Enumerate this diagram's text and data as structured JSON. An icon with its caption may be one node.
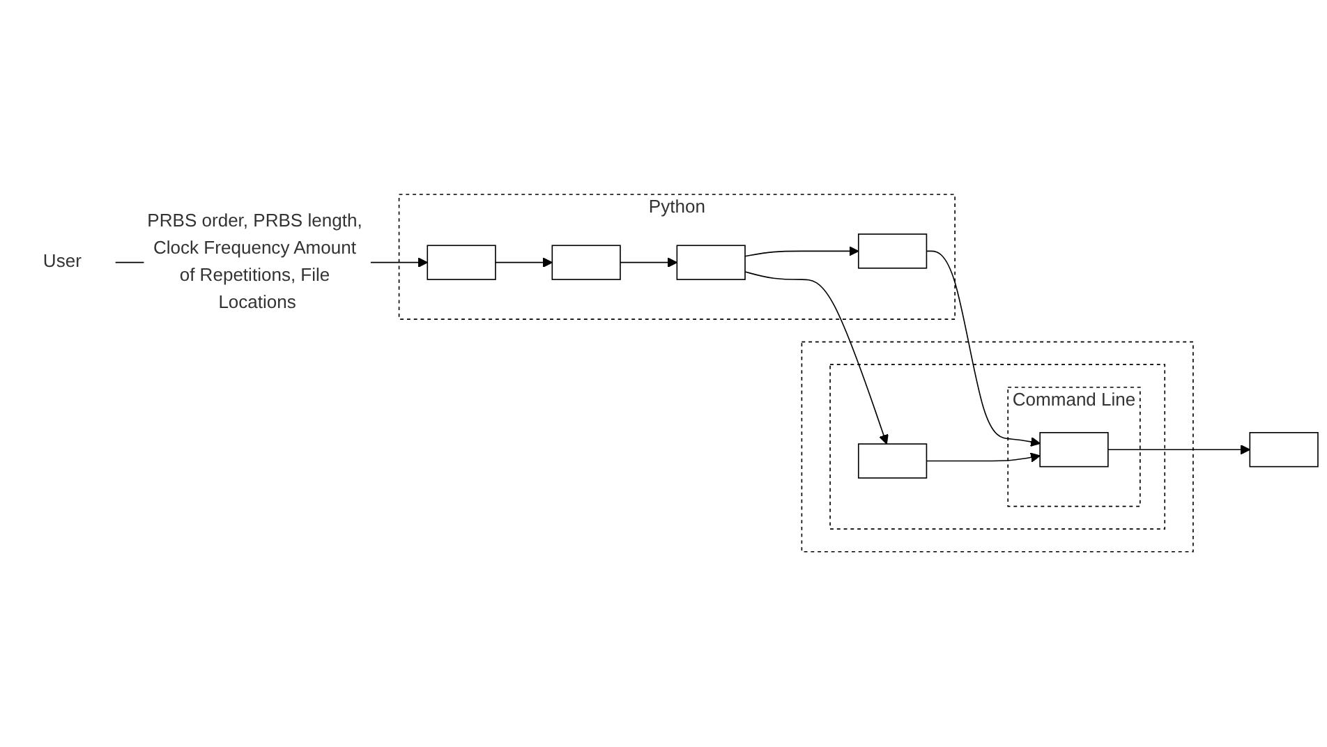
{
  "diagram": {
    "nodes": [
      {
        "text": [
          "User"
        ]
      },
      {
        "text": [
          "Python"
        ]
      },
      {
        "text": [],
        "shape": "box",
        "in": 1
      },
      {
        "text": [],
        "shape": "box",
        "in": 1
      },
      {
        "text": [],
        "shape": "box",
        "in": 1
      },
      {
        "text": [],
        "shape": "box",
        "in": 1
      },
      {
        "text": [],
        "shape": "box"
      },
      {
        "text": [],
        "shape": "box",
        "in": 6
      },
      {
        "text": [],
        "shape": "box",
        "in": 7
      },
      {
        "text": [
          "Command Line"
        ],
        "in": 7
      },
      {
        "text": [],
        "shape": "box",
        "in": 9
      },
      {
        "text": [],
        "shape": "box"
      }
    ],
    "edges": [
      {
        "from": 0,
        "to": 2,
        "arrow": "to",
        "label": "PRBS order, PRBS length, Clock Frequency Amount of Repetitions, File Locations"
      },
      {
        "from": 2,
        "to": 3,
        "arrow": "to"
      },
      {
        "from": 3,
        "to": 4,
        "arrow": "to"
      },
      {
        "from": 4,
        "to": 5,
        "arrow": "to"
      },
      {
        "from": 4,
        "to": 8,
        "arrow": "to"
      },
      {
        "from": 5,
        "to": 10,
        "arrow": "to"
      },
      {
        "from": 8,
        "to": 10,
        "arrow": "to"
      },
      {
        "from": 10,
        "to": 11,
        "arrow": "to"
      }
    ]
  }
}
